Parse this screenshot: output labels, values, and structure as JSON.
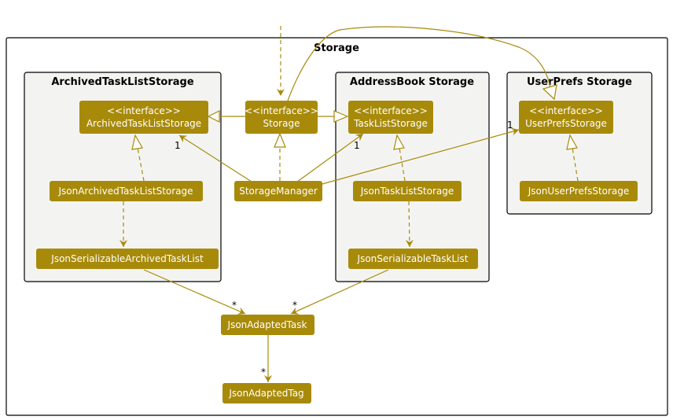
{
  "packages": {
    "storage": "Storage",
    "archived": "ArchivedTaskListStorage",
    "addressbook": "AddressBook Storage",
    "userprefs": "UserPrefs Storage"
  },
  "nodes": {
    "archived_iface": {
      "stereotype": "<<interface>>",
      "name": "ArchivedTaskListStorage"
    },
    "storage_iface": {
      "stereotype": "<<interface>>",
      "name": "Storage"
    },
    "tasklist_iface": {
      "stereotype": "<<interface>>",
      "name": "TaskListStorage"
    },
    "userprefs_iface": {
      "stereotype": "<<interface>>",
      "name": "UserPrefsStorage"
    },
    "json_archived": "JsonArchivedTaskListStorage",
    "storage_manager": "StorageManager",
    "json_tasklist": "JsonTaskListStorage",
    "json_userprefs": "JsonUserPrefsStorage",
    "json_ser_archived": "JsonSerializableArchivedTaskList",
    "json_ser_tasklist": "JsonSerializableTaskList",
    "json_task": "JsonAdaptedTask",
    "json_tag": "JsonAdaptedTag"
  },
  "multiplicities": {
    "sm_archived": "1",
    "sm_tasklist": "1",
    "sm_userprefs": "1",
    "ser_archived_task": "*",
    "ser_tasklist_task": "*",
    "task_tag": "*"
  },
  "colors": {
    "node_fill": "#a88a0a",
    "edge": "#a88a0a",
    "package_fill": "#f3f4f2"
  }
}
